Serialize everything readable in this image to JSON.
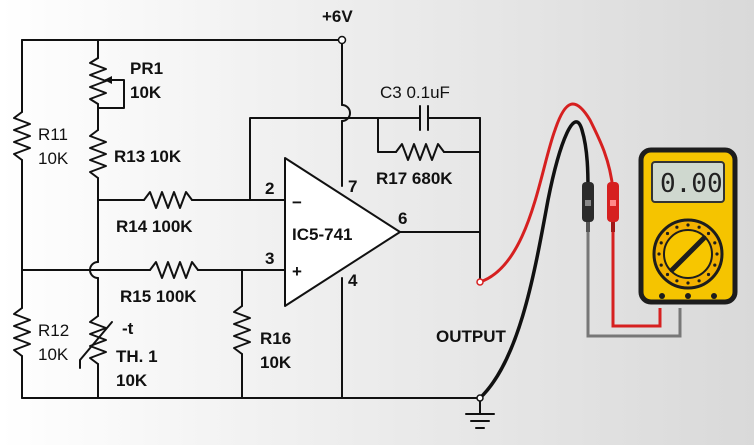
{
  "supply": {
    "label": "+6V"
  },
  "output": {
    "label": "OUTPUT"
  },
  "opamp": {
    "name": "IC5-741",
    "pin_inverting": "2",
    "pin_noninverting": "3",
    "pin_output": "6",
    "pin_vplus": "7",
    "pin_vminus": "4",
    "sign_minus": "−",
    "sign_plus": "+"
  },
  "components": {
    "pr1": {
      "name": "PR1",
      "value": "10K"
    },
    "r11": {
      "name": "R11",
      "value": "10K"
    },
    "r12": {
      "name": "R12",
      "value": "10K"
    },
    "r13": {
      "label": "R13 10K"
    },
    "r14": {
      "label": "R14  100K"
    },
    "r15": {
      "label": "R15  100K"
    },
    "r16": {
      "name": "R16",
      "value": "10K"
    },
    "r17": {
      "label": "R17 680K"
    },
    "c3": {
      "label": "C3 0.1uF"
    },
    "th1": {
      "marker": "-t",
      "name": "TH. 1",
      "value": "10K"
    }
  },
  "meter": {
    "display": "0.00",
    "lead_positive_color": "#e0202a",
    "lead_negative_color": "#222222",
    "body_color": "#f5c400"
  }
}
